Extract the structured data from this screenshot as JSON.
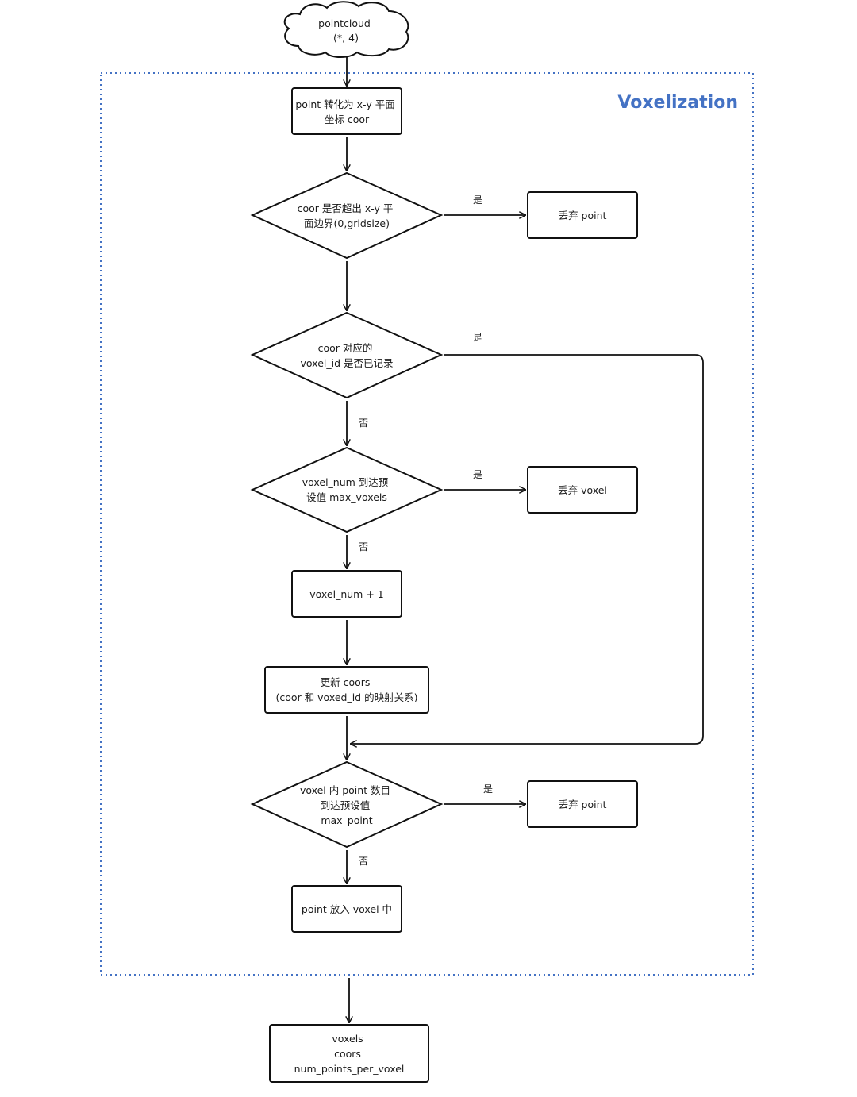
{
  "title": {
    "text": "Voxelization",
    "color": "#4472c4"
  },
  "container": {
    "border_color": "#4472c4"
  },
  "nodes": {
    "start": {
      "lines": [
        "pointcloud",
        "(*, 4)"
      ]
    },
    "convert": {
      "lines": [
        "point 转化为 x-y 平面",
        "坐标 coor"
      ]
    },
    "bounds_check": {
      "lines": [
        "coor 是否超出 x-y 平",
        "面边界(0,gridsize)"
      ]
    },
    "discard_point_1": {
      "lines": [
        "丢弃 point"
      ]
    },
    "voxel_recorded": {
      "lines": [
        "coor 对应的",
        "voxel_id 是否已记录"
      ]
    },
    "voxel_num_check": {
      "lines": [
        "voxel_num 到达预",
        "设值 max_voxels"
      ]
    },
    "discard_voxel": {
      "lines": [
        "丢弃 voxel"
      ]
    },
    "increment": {
      "lines": [
        "voxel_num + 1"
      ]
    },
    "update_coors": {
      "lines": [
        "更新 coors",
        "(coor 和 voxed_id 的映射关系)"
      ]
    },
    "max_point_check": {
      "lines": [
        "voxel 内 point 数目",
        "到达预设值",
        "max_point"
      ]
    },
    "discard_point_2": {
      "lines": [
        "丢弃 point"
      ]
    },
    "put_point": {
      "lines": [
        "point 放入 voxel 中"
      ]
    },
    "output": {
      "lines": [
        "voxels",
        "coors",
        "num_points_per_voxel"
      ]
    }
  },
  "edge_labels": {
    "yes": "是",
    "no": "否"
  }
}
